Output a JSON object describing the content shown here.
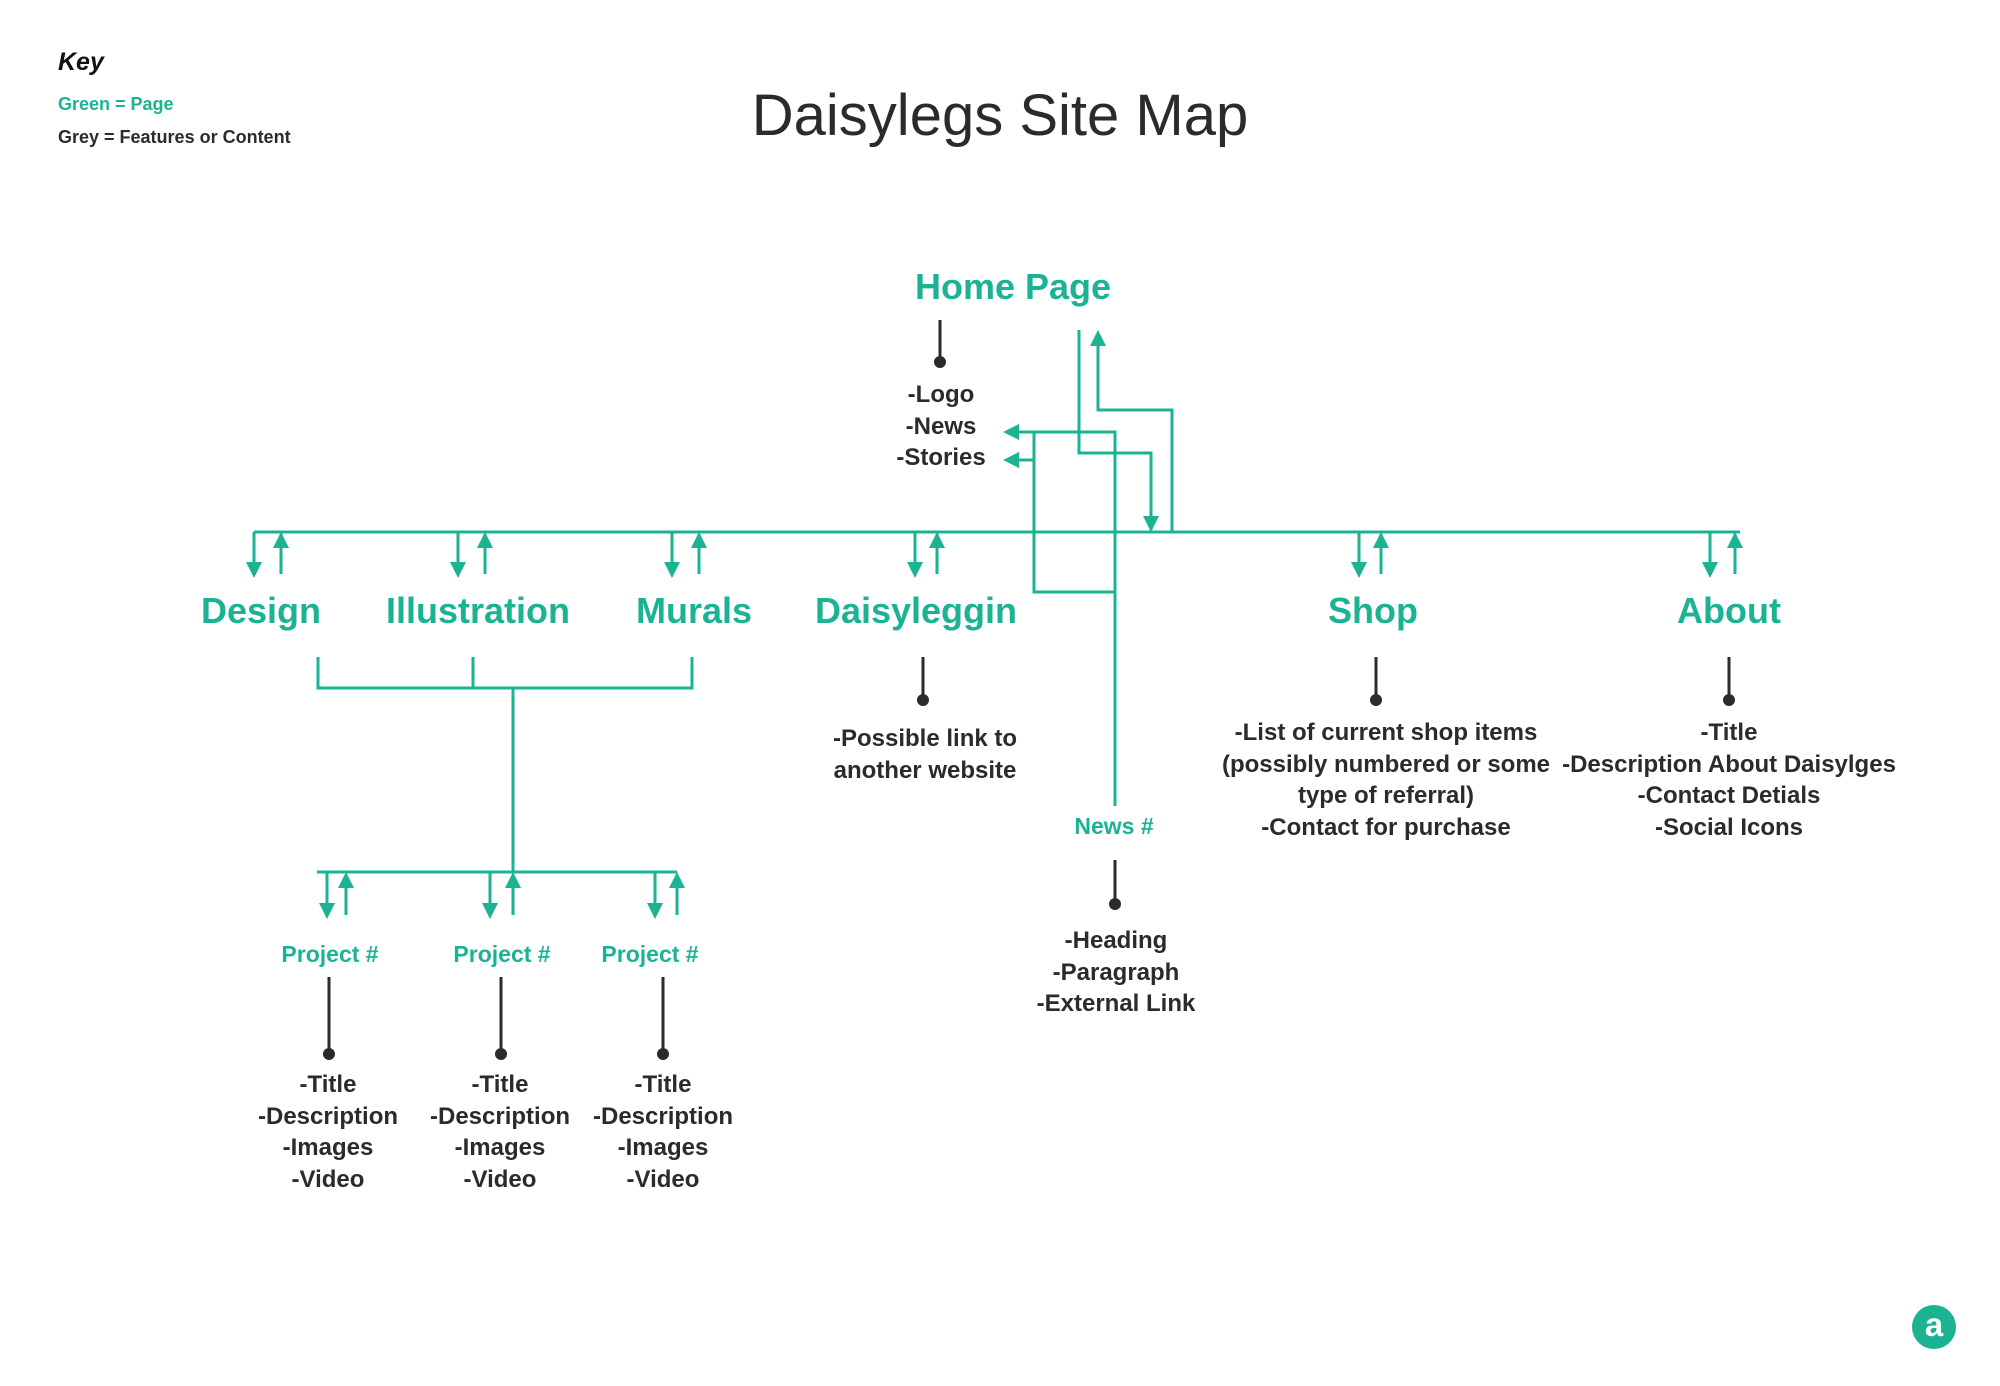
{
  "key": {
    "title": "Key",
    "green_label": "Green = Page",
    "grey_label": "Grey = Features or Content"
  },
  "diagram_title": "Daisylegs Site Map",
  "colors": {
    "page": "#1bb394",
    "content": "#2b2b2b"
  },
  "pages": {
    "home": "Home Page",
    "design": "Design",
    "illustration": "Illustration",
    "murals": "Murals",
    "daisyleggin": "Daisyleggin",
    "shop": "Shop",
    "about": "About",
    "news": "News #",
    "project": "Project #"
  },
  "content": {
    "home": [
      "-Logo",
      "-News",
      "-Stories"
    ],
    "daisyleggin": [
      "-Possible link to",
      "another website"
    ],
    "shop": [
      "-List of current shop items",
      "(possibly numbered or some",
      "type of referral)",
      "-Contact for purchase"
    ],
    "about": [
      "-Title",
      "-Description About Daisylges",
      "-Contact Detials",
      "-Social Icons"
    ],
    "news": [
      "-Heading",
      "-Paragraph",
      "-External Link"
    ],
    "project": [
      "-Title",
      "-Description",
      "-Images",
      "-Video"
    ]
  },
  "logo_icon": "a-logo-icon",
  "logo_letter": "a"
}
